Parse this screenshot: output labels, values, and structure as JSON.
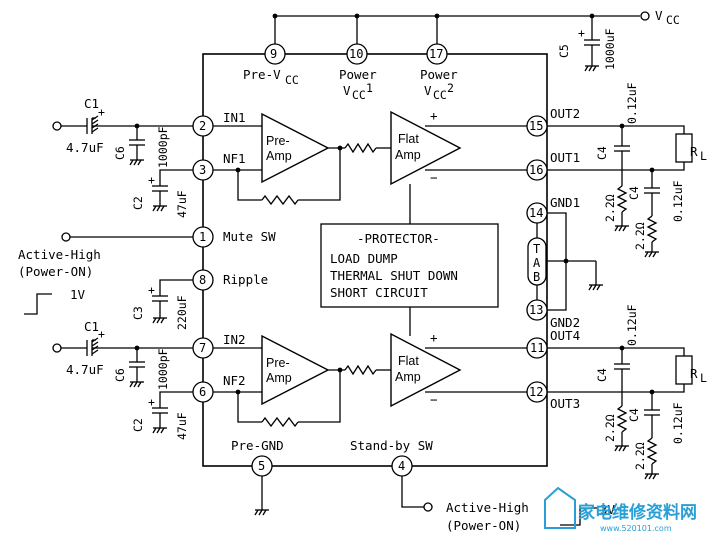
{
  "supply": {
    "label": "V",
    "sub": "CC"
  },
  "top_pins": [
    {
      "num": "9",
      "label": "Pre-V",
      "sub": "CC",
      "suffix": ""
    },
    {
      "num": "10",
      "label": "Power",
      "l2": "V",
      "sub": "CC",
      "suffix": "1"
    },
    {
      "num": "17",
      "label": "Power",
      "l2": "V",
      "sub": "CC",
      "suffix": "2"
    }
  ],
  "left_pins": [
    {
      "num": "2",
      "label": "IN1"
    },
    {
      "num": "3",
      "label": "NF1"
    },
    {
      "num": "1",
      "label": "Mute SW"
    },
    {
      "num": "8",
      "label": "Ripple"
    },
    {
      "num": "7",
      "label": "IN2"
    },
    {
      "num": "6",
      "label": "NF2"
    }
  ],
  "right_pins": [
    {
      "num": "15",
      "label": "OUT2"
    },
    {
      "num": "16",
      "label": "OUT1"
    },
    {
      "num": "14",
      "label": "GND1"
    },
    {
      "num": "13",
      "label": "GND2"
    },
    {
      "num": "11",
      "label": "OUT4"
    },
    {
      "num": "12",
      "label": "OUT3"
    }
  ],
  "bottom_pins": [
    {
      "num": "5",
      "label": "Pre-GND"
    },
    {
      "num": "4",
      "label": "Stand-by SW"
    }
  ],
  "tab": [
    "T",
    "A",
    "B"
  ],
  "protector": {
    "title": "-PROTECTOR-",
    "lines": [
      "LOAD DUMP",
      "THERMAL SHUT DOWN",
      "SHORT CIRCUIT"
    ]
  },
  "amps": {
    "pre": [
      "Pre-",
      "Amp"
    ],
    "flat": [
      "Flat",
      "Amp"
    ],
    "plus": "+",
    "minus": "−"
  },
  "components": {
    "C1": "C1",
    "C1_val": "4.7uF",
    "C6": "C6",
    "C6_val": "1000pF",
    "C2": "C2",
    "C2_val": "47uF",
    "C3": "C3",
    "C3_val": "220uF",
    "C5": "C5",
    "C5_val": "1000uF",
    "C4": "C4",
    "C4_val": "0.12uF",
    "R": "2.2Ω",
    "RL": "R",
    "RL_sub": "L"
  },
  "control": {
    "active_high": "Active-High",
    "power_on": "(Power-ON)",
    "one_volt": "1V",
    "active_high_bottom": "Active-High",
    "power_on_bottom": "(Power-ON)",
    "three_volt": "3V"
  },
  "watermark": {
    "main": "家电维修资料网",
    "url": "www.520101.com"
  }
}
